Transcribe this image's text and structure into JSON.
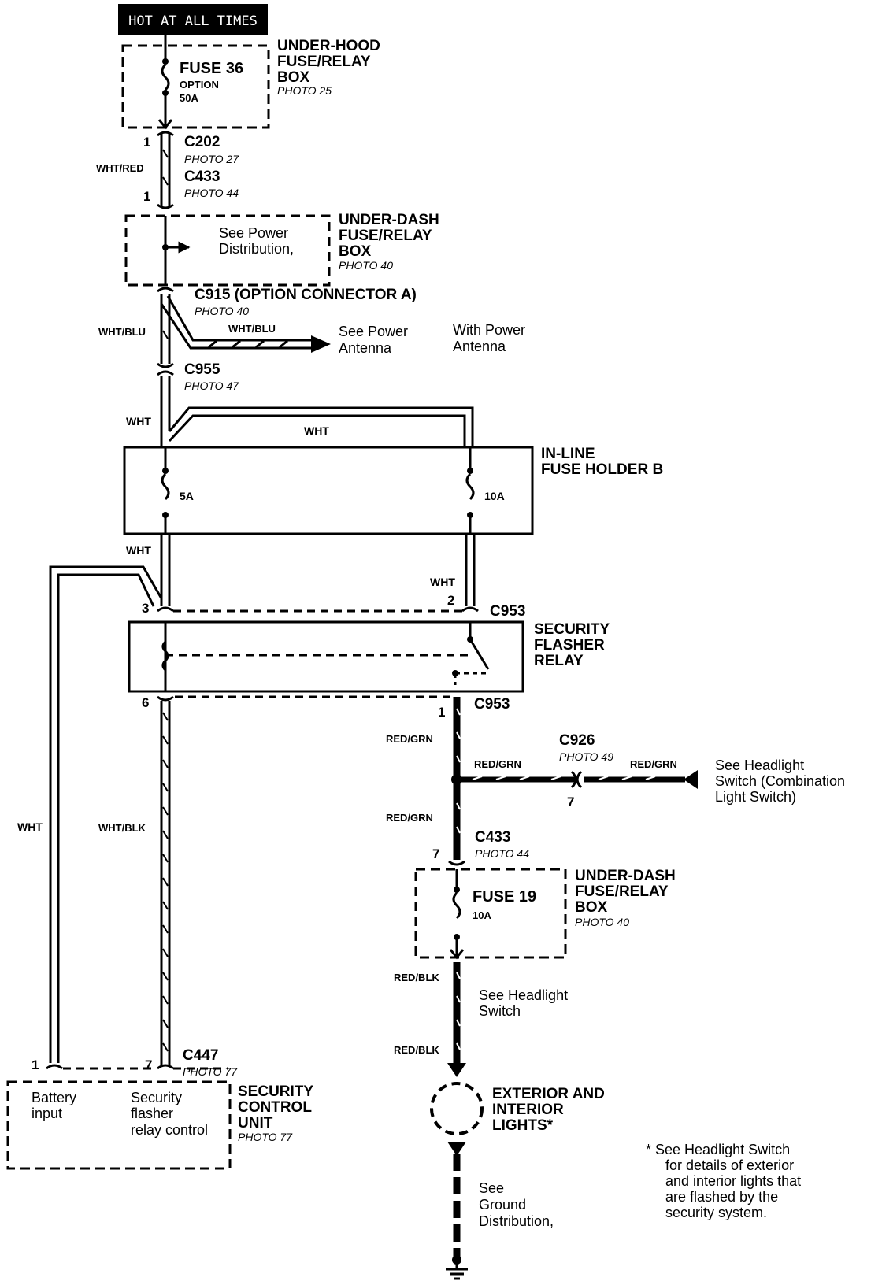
{
  "header": {
    "hot_label": "HOT AT ALL TIMES"
  },
  "under_hood_box": {
    "fuse": "FUSE 36",
    "option": "OPTION",
    "rating": "50A",
    "title_lines": [
      "UNDER-HOOD",
      "FUSE/RELAY",
      "BOX"
    ],
    "photo": "PHOTO 25"
  },
  "c202": {
    "pin": "1",
    "label": "C202",
    "photo": "PHOTO 27",
    "wire": "WHT/RED"
  },
  "c433_top": {
    "pin": "1",
    "label": "C433",
    "photo": "PHOTO 44"
  },
  "under_dash_box_top": {
    "note_lines": [
      "See Power",
      "Distribution,"
    ],
    "title_lines": [
      "UNDER-DASH",
      "FUSE/RELAY",
      "BOX"
    ],
    "photo": "PHOTO 40"
  },
  "c915": {
    "label": "C915 (OPTION CONNECTOR A)",
    "photo": "PHOTO 40",
    "wire": "WHT/BLU"
  },
  "antenna_branch": {
    "wire": "WHT/BLU",
    "note_lines": [
      "See Power",
      "Antenna"
    ],
    "condition_lines": [
      "With Power",
      "Antenna"
    ]
  },
  "c955": {
    "label": "C955",
    "photo": "PHOTO 47"
  },
  "wht_labels": [
    "WHT",
    "WHT",
    "WHT",
    "WHT",
    "WHT"
  ],
  "in_line_fuse_holder": {
    "fuses": [
      "5A",
      "10A"
    ],
    "title_lines": [
      "IN-LINE",
      "FUSE HOLDER B"
    ]
  },
  "c953_top": {
    "pins": [
      "3",
      "2"
    ],
    "label": "C953"
  },
  "flasher_relay": {
    "title_lines": [
      "SECURITY",
      "FLASHER",
      "RELAY"
    ]
  },
  "c953_bottom": {
    "pins": [
      "6",
      "1"
    ],
    "label": "C953"
  },
  "red_grn_labels": [
    "RED/GRN",
    "RED/GRN",
    "RED/GRN",
    "RED/GRN"
  ],
  "c926": {
    "label": "C926",
    "photo": "PHOTO 49",
    "pin": "7"
  },
  "headlight_switch_note_top": {
    "lines": [
      "See Headlight",
      "Switch (Combination",
      "Light Switch)"
    ]
  },
  "c433_bottom": {
    "label": "C433",
    "photo": "PHOTO 44",
    "pin": "7"
  },
  "under_dash_box_bottom": {
    "fuse": "FUSE 19",
    "rating": "10A",
    "title_lines": [
      "UNDER-DASH",
      "FUSE/RELAY",
      "BOX"
    ],
    "photo": "PHOTO 40"
  },
  "red_blk_labels": [
    "RED/BLK",
    "RED/BLK"
  ],
  "headlight_switch_note_bottom": {
    "lines": [
      "See Headlight",
      "Switch"
    ]
  },
  "lights": {
    "title_lines": [
      "EXTERIOR AND",
      "INTERIOR",
      "LIGHTS*"
    ]
  },
  "ground_note": {
    "lines": [
      "See",
      "Ground",
      "Distribution,"
    ]
  },
  "c447": {
    "pins": [
      "1",
      "7"
    ],
    "label": "C447",
    "photo": "PHOTO 77"
  },
  "security_control_unit": {
    "wire": "WHT/BLK",
    "terminals": [
      {
        "lines": [
          "Battery",
          "input"
        ]
      },
      {
        "lines": [
          "Security",
          "flasher",
          "relay control"
        ]
      }
    ],
    "title_lines": [
      "SECURITY",
      "CONTROL",
      "UNIT"
    ],
    "photo": "PHOTO 77"
  },
  "footnote": {
    "lines": [
      "*  See Headlight Switch",
      "for details of exterior",
      "and interior lights that",
      "are flashed by the",
      "security system."
    ]
  }
}
